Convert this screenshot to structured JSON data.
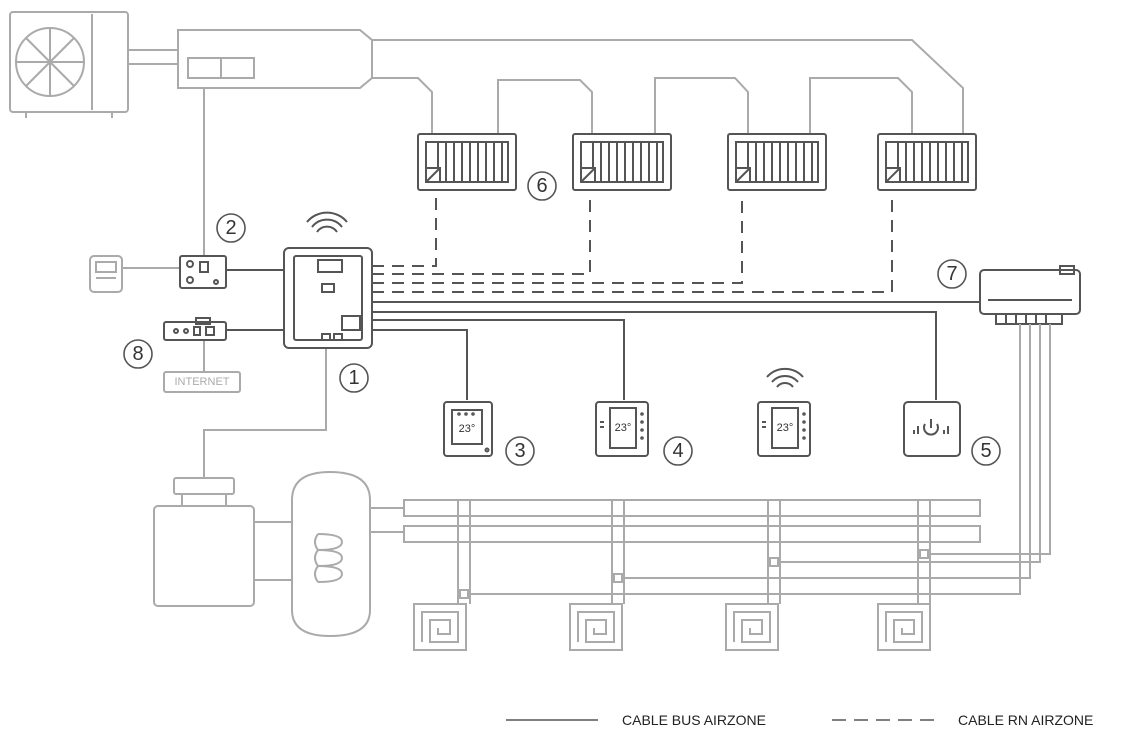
{
  "callouts": [
    "1",
    "2",
    "3",
    "4",
    "5",
    "6",
    "7",
    "8"
  ],
  "internet_label": "INTERNET",
  "thermostat_temp": "23°",
  "legend": {
    "bus": "CABLE BUS AIRZONE",
    "rn": "CABLE RN AIRZONE"
  },
  "colors": {
    "light_line": "#aaaaaa",
    "dark_line": "#555555"
  }
}
